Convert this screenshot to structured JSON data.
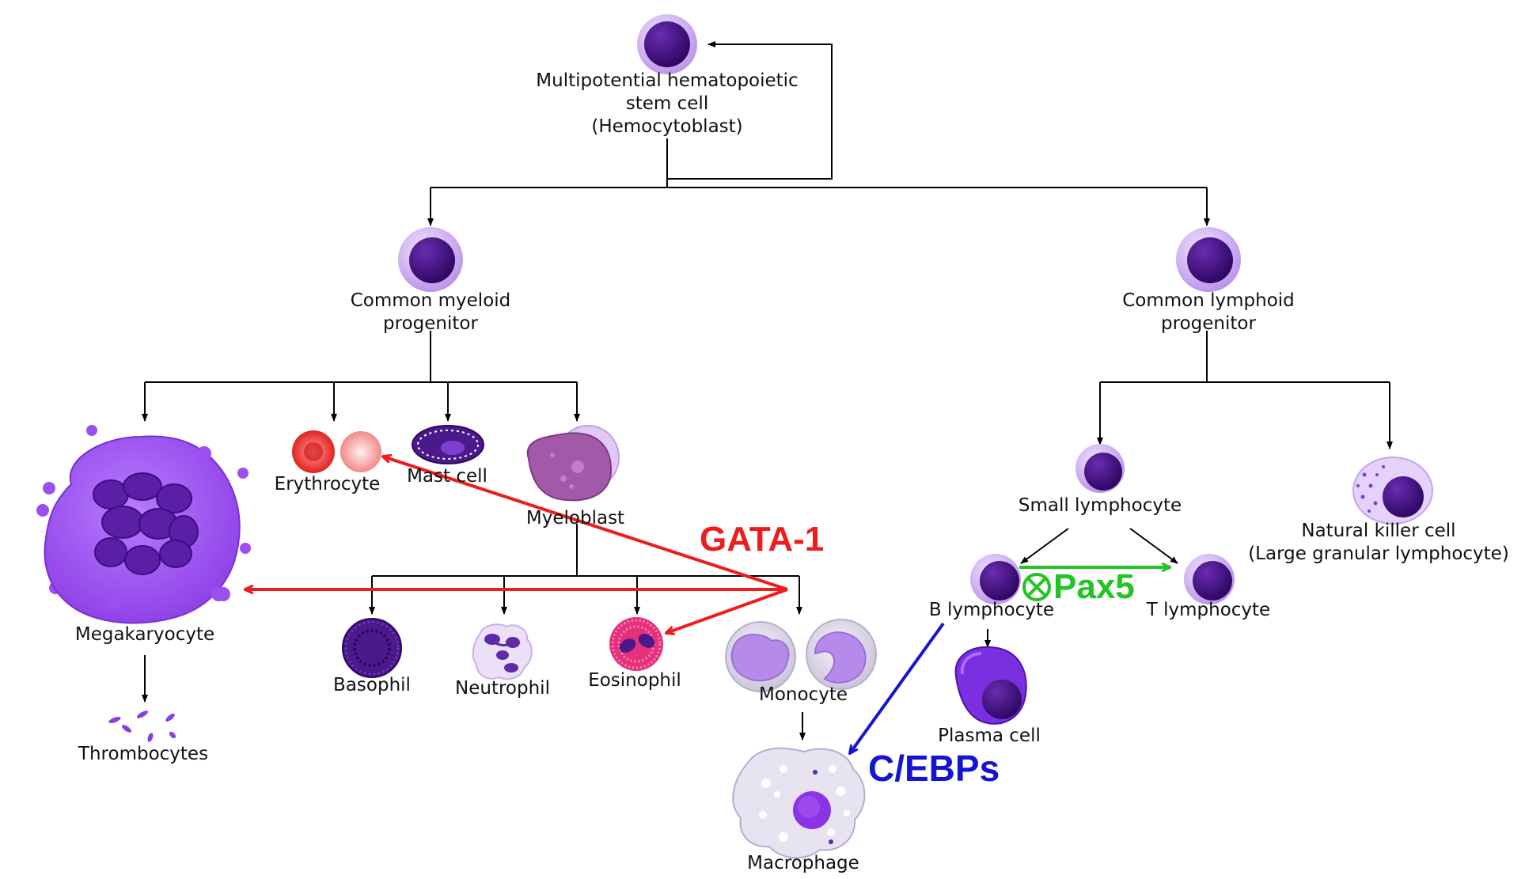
{
  "labels": {
    "stem_cell": [
      "Multipotential hematopoietic",
      "stem cell",
      "(Hemocytoblast)"
    ],
    "common_myeloid": [
      "Common myeloid",
      "progenitor"
    ],
    "common_lymphoid": [
      "Common lymphoid",
      "progenitor"
    ],
    "megakaryocyte": "Megakaryocyte",
    "thrombocytes": "Thrombocytes",
    "erythrocyte": "Erythrocyte",
    "mast_cell": "Mast cell",
    "myeloblast": "Myeloblast",
    "basophil": "Basophil",
    "neutrophil": "Neutrophil",
    "eosinophil": "Eosinophil",
    "monocyte": "Monocyte",
    "macrophage": "Macrophage",
    "small_lymphocyte": "Small lymphocyte",
    "natural_killer": [
      "Natural killer cell",
      "(Large granular lymphocyte)"
    ],
    "b_lymphocyte": "B lymphocyte",
    "t_lymphocyte": "T lymphocyte",
    "plasma_cell": "Plasma cell"
  },
  "factors": {
    "gata1": "GATA-1",
    "pax5": "Pax5",
    "cebps": "C/EBPs"
  },
  "colors": {
    "gata1": "#ee1c1c",
    "pax5": "#22c322",
    "cebps": "#1414d2",
    "cell_outer": "#c9a6ee",
    "cell_nucleus": "#3c0a78",
    "megakaryocyte": "#9b4ff0"
  }
}
